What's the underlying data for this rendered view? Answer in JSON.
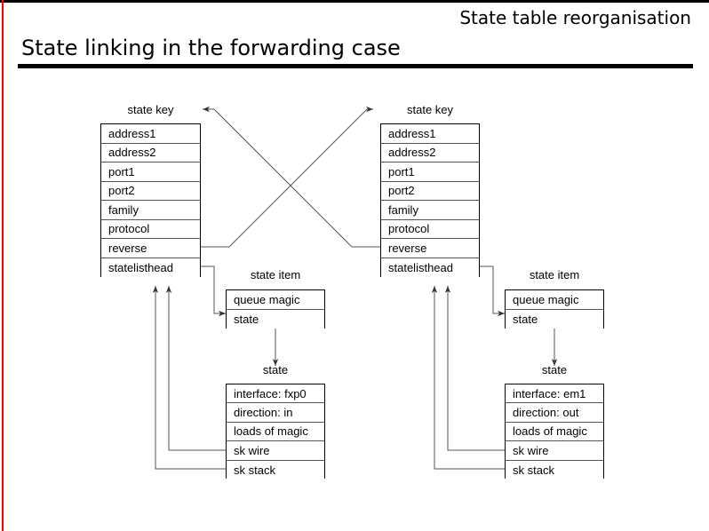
{
  "slide": {
    "header_title": "State table reorganisation",
    "title": "State linking in the forwarding case",
    "accent_color": "#ff0000",
    "rule_color": "#000000",
    "line_color": "#555555"
  },
  "diagram": {
    "nodes": {
      "state_key_left": {
        "caption": "state key",
        "rows": [
          "address1",
          "address2",
          "port1",
          "port2",
          "family",
          "protocol",
          "reverse",
          "statelisthead"
        ]
      },
      "state_key_right": {
        "caption": "state key",
        "rows": [
          "address1",
          "address2",
          "port1",
          "port2",
          "family",
          "protocol",
          "reverse",
          "statelisthead"
        ]
      },
      "state_item_left": {
        "caption": "state item",
        "rows": [
          "queue magic",
          "state"
        ]
      },
      "state_item_right": {
        "caption": "state item",
        "rows": [
          "queue magic",
          "state"
        ]
      },
      "state_left": {
        "caption": "state",
        "rows": [
          "interface: fxp0",
          "direction: in",
          "loads of magic",
          "sk wire",
          "sk stack"
        ]
      },
      "state_right": {
        "caption": "state",
        "rows": [
          "interface: em1",
          "direction: out",
          "loads of magic",
          "sk wire",
          "sk stack"
        ]
      }
    }
  }
}
